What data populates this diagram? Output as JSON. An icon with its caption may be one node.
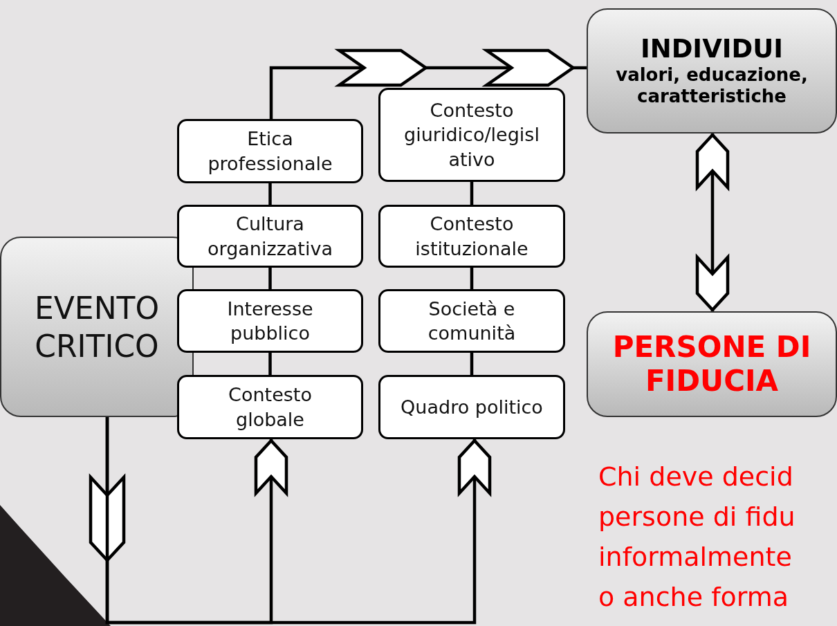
{
  "diagram": {
    "nodes": [
      {
        "text": [
          "EVENTO CRITICO"
        ]
      },
      {
        "text": [
          "Etica professionale"
        ]
      },
      {
        "text": [
          "Cultura organizzativa"
        ]
      },
      {
        "text": [
          "Interesse pubblico"
        ]
      },
      {
        "text": [
          "Contesto globale"
        ]
      },
      {
        "text": [
          "Contesto giuridico/legislativo"
        ]
      },
      {
        "text": [
          "Contesto istituzionale"
        ]
      },
      {
        "text": [
          "Società e comunità"
        ]
      },
      {
        "text": [
          "Quadro politico"
        ]
      },
      {
        "text": [
          "INDIVIDUI",
          "valori, educazione, caratteristiche"
        ]
      },
      {
        "text": [
          "PERSONE DI FIDUCIA"
        ]
      }
    ],
    "edges": [
      {
        "from": 0,
        "to": 4,
        "arrow": "to"
      },
      {
        "from": 0,
        "to": 8,
        "arrow": "to"
      },
      {
        "from": 1,
        "to": 9,
        "arrow": "to"
      },
      {
        "from": 1,
        "to": 2,
        "arrow": "none"
      },
      {
        "from": 2,
        "to": 3,
        "arrow": "none"
      },
      {
        "from": 3,
        "to": 4,
        "arrow": "none"
      },
      {
        "from": 5,
        "to": 6,
        "arrow": "none"
      },
      {
        "from": 6,
        "to": 7,
        "arrow": "none"
      },
      {
        "from": 7,
        "to": 8,
        "arrow": "none"
      },
      {
        "from": 9,
        "to": 10,
        "arrow": "both"
      }
    ],
    "labels": [
      "Chi deve decid persone di fidu informalmente o anche forma"
    ]
  }
}
